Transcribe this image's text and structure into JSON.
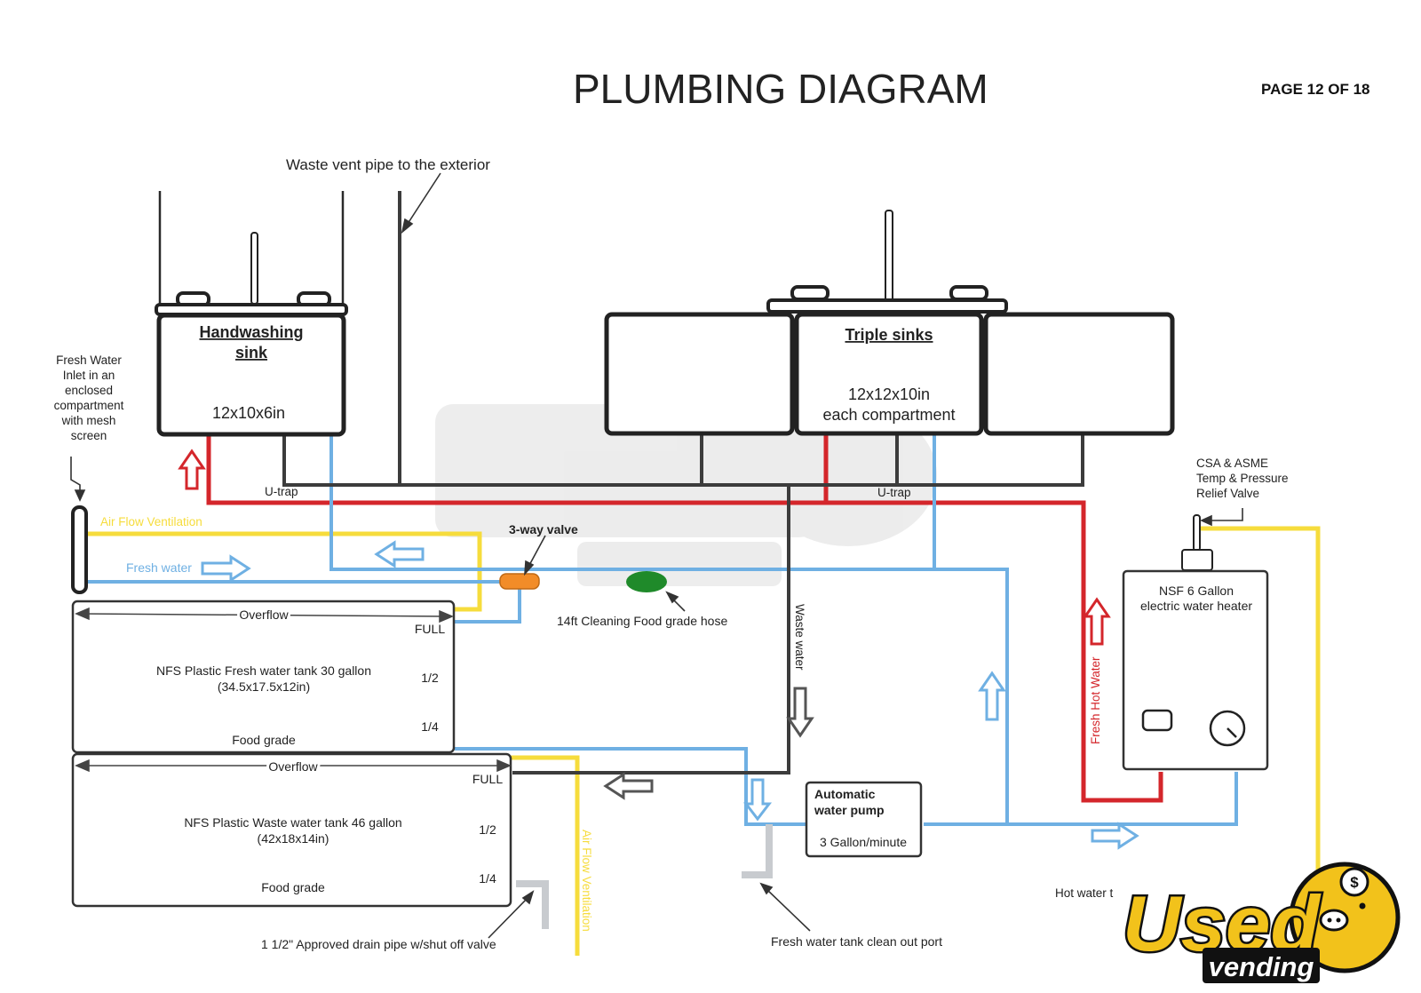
{
  "header": {
    "title": "PLUMBING DIAGRAM",
    "page": "PAGE 12 OF 18"
  },
  "labels": {
    "vent_pipe": "Waste vent pipe to the exterior",
    "fresh_inlet": [
      "Fresh Water",
      "Inlet in an",
      "enclosed",
      "compartment",
      "with mesh",
      "screen"
    ],
    "air_flow_top": "Air Flow Ventilation",
    "fresh_water": "Fresh water",
    "utrap_left": "U-trap",
    "utrap_right": "U-trap",
    "three_way_valve": "3-way valve",
    "hose": "14ft Cleaning Food grade hose",
    "waste_water": "Waste water",
    "fresh_hot_water": "Fresh Hot Water",
    "relief_valve": [
      "CSA & ASME",
      "Temp & Pressure",
      "Relief Valve"
    ],
    "air_flow_bottom": "Air Flow Ventilation",
    "drain_pipe": "1 1/2\" Approved drain pipe w/shut off valve",
    "clean_out": "Fresh water tank clean out port",
    "hot_water": "Hot water t"
  },
  "handwashing_sink": {
    "name": [
      "Handwashing",
      "sink"
    ],
    "size": "12x10x6in"
  },
  "triple_sinks": {
    "name": "Triple sinks",
    "size": [
      "12x12x10in",
      "each compartment"
    ]
  },
  "fresh_tank": {
    "overflow": "Overflow",
    "full": "FULL",
    "half": "1/2",
    "quarter": "1/4",
    "name": "NFS Plastic Fresh water tank 30 gallon",
    "dims": "(34.5x17.5x12in)",
    "grade": "Food grade"
  },
  "waste_tank": {
    "overflow": "Overflow",
    "full": "FULL",
    "half": "1/2",
    "quarter": "1/4",
    "name": "NFS Plastic Waste water tank 46 gallon",
    "dims": "(42x18x14in)",
    "grade": "Food grade"
  },
  "pump": {
    "name": [
      "Automatic",
      "water pump"
    ],
    "rate": "3 Gallon/minute"
  },
  "heater": {
    "name": [
      "NSF 6 Gallon",
      "electric water heater"
    ]
  },
  "logo": {
    "word": "Used",
    "sub": "vending"
  },
  "colors": {
    "fresh_line": "#6fb0e3",
    "hot_line": "#d4262b",
    "vent_line": "#f6dc3c",
    "waste_line": "#3c3c3c",
    "valve": "#f28c28",
    "hose": "#1f8a2a",
    "logo_yellow": "#f2c21b"
  }
}
